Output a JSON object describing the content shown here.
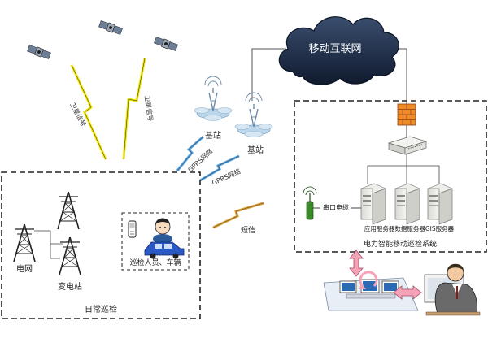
{
  "cloud": {
    "label": "移动互联网"
  },
  "satellite_links": {
    "left": "卫星信号",
    "right": "卫星信号"
  },
  "base_stations": {
    "left": "基站",
    "right": "基站"
  },
  "networks": {
    "gprs_upper": "GPRS网络",
    "gprs_lower": "GPRS网络",
    "sms": "短信"
  },
  "field_area": {
    "title": "日常巡检",
    "grid_label": "电网",
    "substation_label": "变电站",
    "inspector_label": "巡检人员、车辆"
  },
  "system_area": {
    "title": "电力智能移动巡检系统",
    "serial_label": "串口电缆",
    "servers_label": "应用服务器数据服务器GIS服务器"
  },
  "colors": {
    "cloud": "#1c2e4a",
    "lightning": "#f2e600",
    "firewall": "#f08a2a",
    "antenna": "#3a8a2a",
    "arrow_pink": "#f4a2b6"
  }
}
